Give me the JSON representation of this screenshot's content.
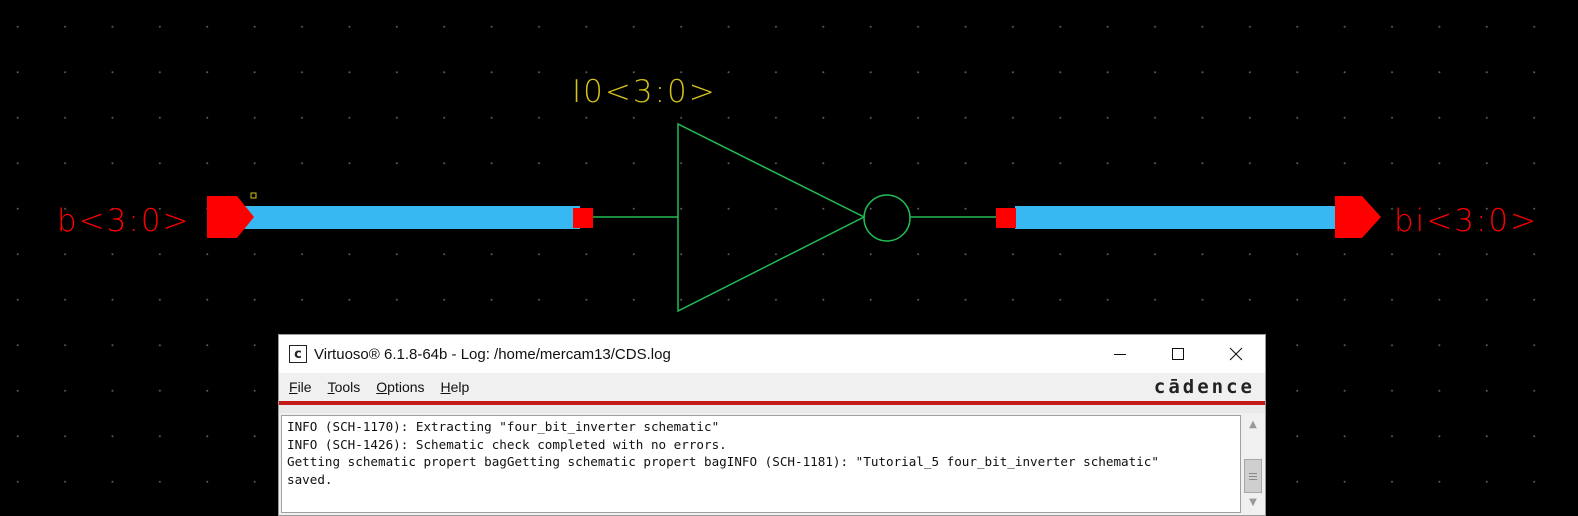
{
  "schematic": {
    "instance_label": "I0<3:0>",
    "input_pin_label": "b<3:0>",
    "output_pin_label": "bi<3:0>"
  },
  "colors": {
    "canvas_bg": "#000000",
    "wire_bus": "#38b8f2",
    "pin": "#ff0000",
    "gate_outline": "#22bb55",
    "instance_label": "#d4c21a"
  },
  "log_window": {
    "app_icon_glyph": "c",
    "title": "Virtuoso® 6.1.8-64b - Log: /home/mercam13/CDS.log",
    "controls": {
      "minimize": "—",
      "maximize": "☐",
      "close": "✕"
    },
    "menu": [
      "File",
      "Tools",
      "Options",
      "Help"
    ],
    "brand": "cādence",
    "log_lines": [
      "INFO (SCH-1170): Extracting \"four_bit_inverter schematic\"",
      "INFO (SCH-1426): Schematic check completed with no errors.",
      "Getting schematic propert bagGetting schematic propert bagINFO (SCH-1181): \"Tutorial_5 four_bit_inverter schematic\"",
      "saved."
    ]
  }
}
